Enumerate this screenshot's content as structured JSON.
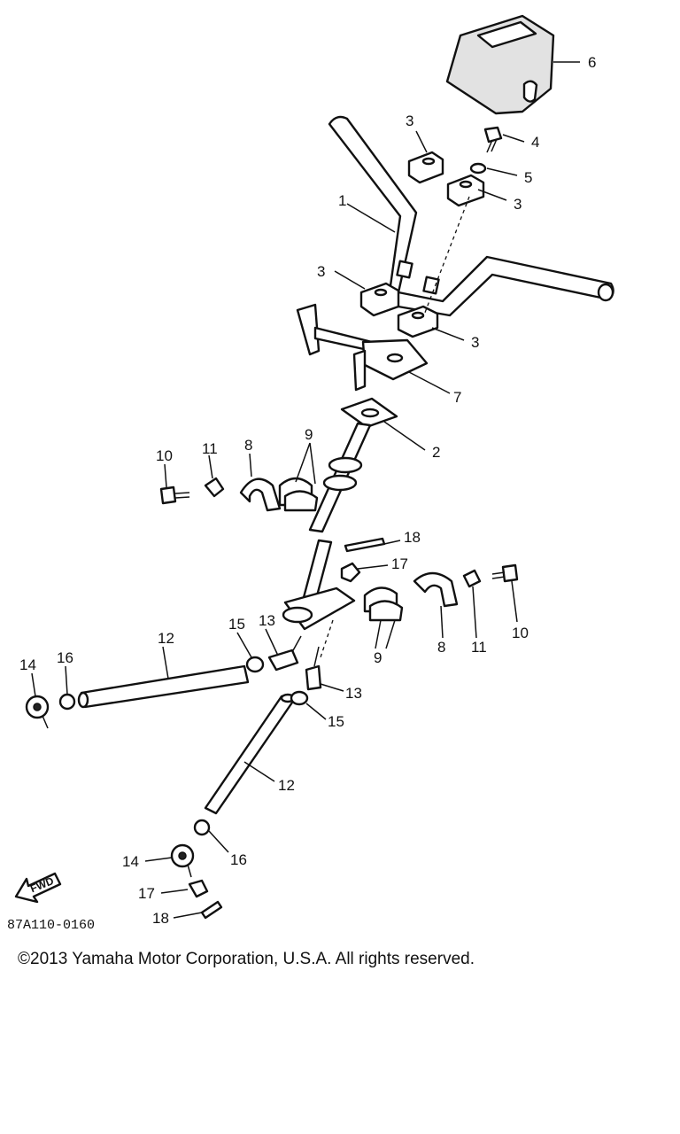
{
  "callouts": {
    "c1": "1",
    "c2": "2",
    "c3a": "3",
    "c3b": "3",
    "c3c": "3",
    "c3d": "3",
    "c4": "4",
    "c5": "5",
    "c6": "6",
    "c7": "7",
    "c8a": "8",
    "c8b": "8",
    "c9a": "9",
    "c9b": "9",
    "c10a": "10",
    "c10b": "10",
    "c11a": "11",
    "c11b": "11",
    "c12a": "12",
    "c12b": "12",
    "c13a": "13",
    "c13b": "13",
    "c14a": "14",
    "c14b": "14",
    "c15a": "15",
    "c15b": "15",
    "c16a": "16",
    "c16b": "16",
    "c17a": "17",
    "c17b": "17",
    "c18a": "18",
    "c18b": "18"
  },
  "fwd_label": "FWD",
  "drawing_code": "87A110-0160",
  "copyright": "©2013 Yamaha Motor Corporation, U.S.A. All rights reserved."
}
